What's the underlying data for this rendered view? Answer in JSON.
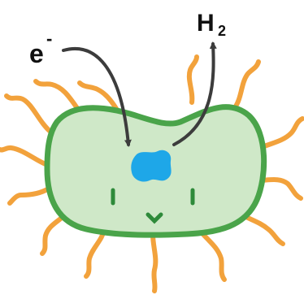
{
  "labels": {
    "electron": "e",
    "electron_charge": "-",
    "hydrogen_symbol": "H",
    "hydrogen_subscript": "2"
  },
  "colors": {
    "cell_fill": "#cfe8c8",
    "cell_outline": "#4aa44a",
    "flagella": "#f2a23c",
    "enzyme": "#1ea7e8",
    "face": "#2e8a3a",
    "arrows": "#3c3c3c",
    "text": "#111111"
  },
  "icons": {
    "enzyme": "hydrogenase-blob-icon",
    "electron_arrow": "curved-arrow-in-icon",
    "hydrogen_arrow": "curved-arrow-out-icon"
  }
}
